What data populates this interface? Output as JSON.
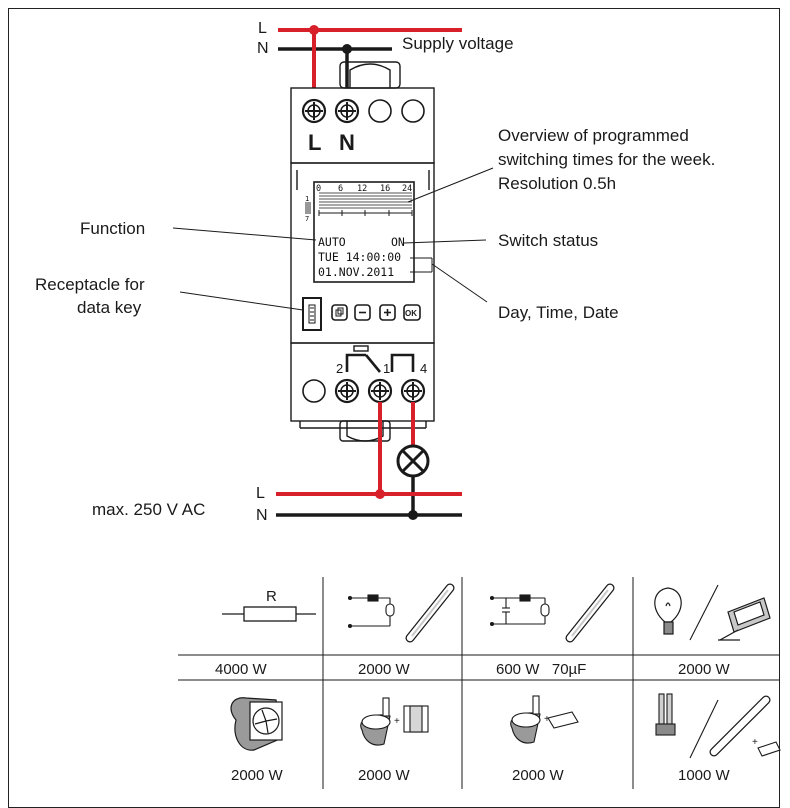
{
  "supply": {
    "l": "L",
    "n": "N",
    "label": "Supply voltage"
  },
  "terminals_top": {
    "l": "L",
    "n": "N"
  },
  "callouts": {
    "overview": [
      "Overview of programmed",
      "switching times for the week.",
      "Resolution 0.5h"
    ],
    "function": "Function",
    "switch_status": "Switch status",
    "receptacle": [
      "Receptacle for",
      "data key"
    ],
    "day_time_date": "Day, Time, Date"
  },
  "lcd": {
    "ticks": [
      "0",
      "6",
      "12",
      "16",
      "24"
    ],
    "days_top": "1",
    "days_bottom": "7",
    "mode": "AUTO",
    "status": "ON",
    "time_line": "TUE 14:00:00",
    "date_line": "01.NOV.2011"
  },
  "buttons": [
    {
      "name": "menu-button",
      "icon": "copy-icon",
      "glyph": ""
    },
    {
      "name": "minus-button",
      "icon": "minus-icon",
      "glyph": "−"
    },
    {
      "name": "plus-button",
      "icon": "plus-icon",
      "glyph": "+"
    },
    {
      "name": "ok-button",
      "icon": "ok-icon",
      "glyph": "OK"
    }
  ],
  "relay": {
    "pin2": "2",
    "pin1": "1",
    "pin4": "4"
  },
  "load": {
    "l": "L",
    "n": "N",
    "label": "max. 250 V AC"
  },
  "resistor_label": "R",
  "load_table": {
    "row1": [
      "4000 W",
      "2000 W",
      "600 W   70µF",
      "2000 W"
    ],
    "row2": [
      "2000 W",
      "2000 W",
      "2000 W",
      "1000 W"
    ]
  },
  "colors": {
    "wire_red": "#d8202b",
    "wire_black": "#1a1a1a"
  }
}
